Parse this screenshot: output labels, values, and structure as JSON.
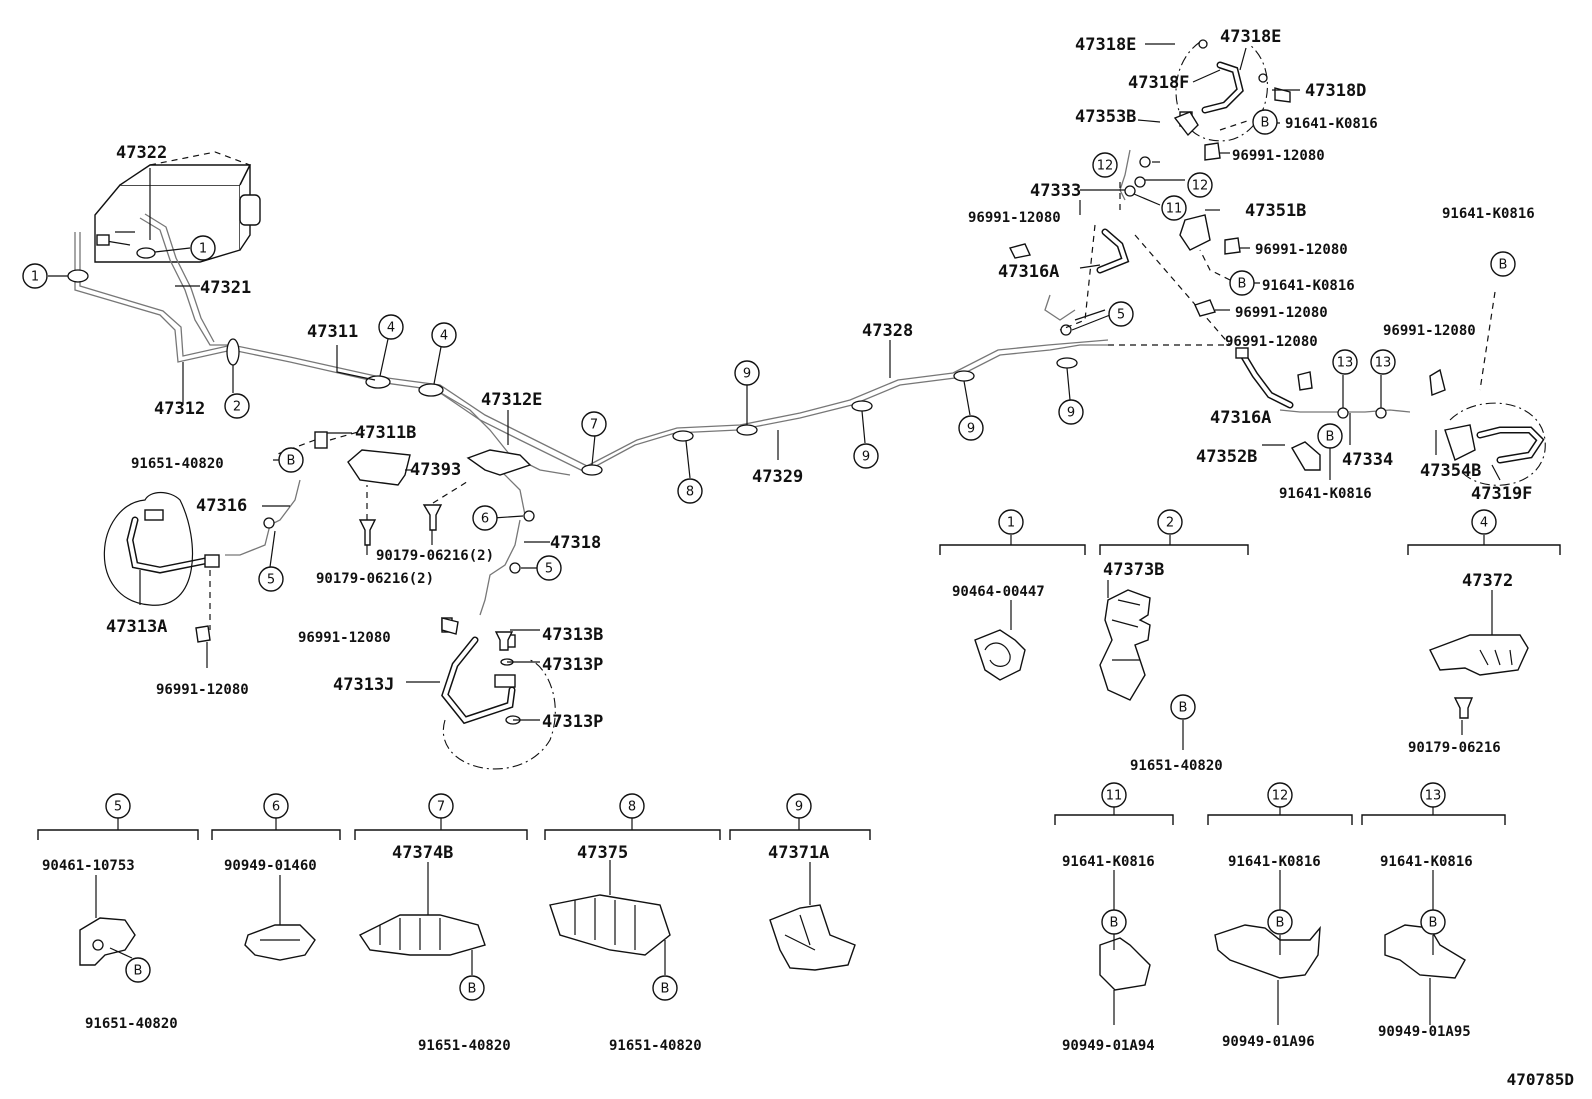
{
  "figure_code": "470785D",
  "labels": [
    {
      "id": "l01",
      "text": "47322"
    },
    {
      "id": "l02",
      "text": "47321"
    },
    {
      "id": "l03",
      "text": "47312"
    },
    {
      "id": "l04",
      "text": "47311"
    },
    {
      "id": "l05",
      "text": "47311B"
    },
    {
      "id": "l06",
      "text": "91651-40820"
    },
    {
      "id": "l07",
      "text": "47393"
    },
    {
      "id": "l08",
      "text": "47312E"
    },
    {
      "id": "l09",
      "text": "47316"
    },
    {
      "id": "l10",
      "text": "90179-06216(2)"
    },
    {
      "id": "l11",
      "text": "90179-06216(2)"
    },
    {
      "id": "l12",
      "text": "47313A"
    },
    {
      "id": "l13",
      "text": "96991-12080"
    },
    {
      "id": "l14",
      "text": "47318"
    },
    {
      "id": "l15",
      "text": "96991-12080"
    },
    {
      "id": "l16",
      "text": "47313B"
    },
    {
      "id": "l17",
      "text": "47313P"
    },
    {
      "id": "l18",
      "text": "47313J"
    },
    {
      "id": "l19",
      "text": "47313P"
    },
    {
      "id": "l20",
      "text": "47328"
    },
    {
      "id": "l21",
      "text": "47329"
    },
    {
      "id": "l22",
      "text": "47318E"
    },
    {
      "id": "l23",
      "text": "47318E"
    },
    {
      "id": "l24",
      "text": "47318F"
    },
    {
      "id": "l25",
      "text": "47318D"
    },
    {
      "id": "l26",
      "text": "47353B"
    },
    {
      "id": "l27",
      "text": "91641-K0816"
    },
    {
      "id": "l28",
      "text": "96991-12080"
    },
    {
      "id": "l29",
      "text": "47333"
    },
    {
      "id": "l30",
      "text": "96991-12080"
    },
    {
      "id": "l31",
      "text": "47351B"
    },
    {
      "id": "l32",
      "text": "96991-12080"
    },
    {
      "id": "l33",
      "text": "47316A"
    },
    {
      "id": "l34",
      "text": "91641-K0816"
    },
    {
      "id": "l35",
      "text": "96991-12080"
    },
    {
      "id": "l36",
      "text": "91641-K0816"
    },
    {
      "id": "l37",
      "text": "96991-12080"
    },
    {
      "id": "l38",
      "text": "96991-12080"
    },
    {
      "id": "l39",
      "text": "47316A"
    },
    {
      "id": "l40",
      "text": "47352B"
    },
    {
      "id": "l41",
      "text": "47334"
    },
    {
      "id": "l42",
      "text": "47354B"
    },
    {
      "id": "l43",
      "text": "47319F"
    },
    {
      "id": "l44",
      "text": "91641-K0816"
    },
    {
      "id": "l45",
      "text": "90464-00447"
    },
    {
      "id": "l46",
      "text": "47373B"
    },
    {
      "id": "l47",
      "text": "91651-40820"
    },
    {
      "id": "l48",
      "text": "47372"
    },
    {
      "id": "l49",
      "text": "90179-06216"
    },
    {
      "id": "l50",
      "text": "90461-10753"
    },
    {
      "id": "l51",
      "text": "91651-40820"
    },
    {
      "id": "l52",
      "text": "90949-01460"
    },
    {
      "id": "l53",
      "text": "47374B"
    },
    {
      "id": "l54",
      "text": "91651-40820"
    },
    {
      "id": "l55",
      "text": "47375"
    },
    {
      "id": "l56",
      "text": "91651-40820"
    },
    {
      "id": "l57",
      "text": "47371A"
    },
    {
      "id": "l58",
      "text": "91641-K0816"
    },
    {
      "id": "l59",
      "text": "90949-01A94"
    },
    {
      "id": "l60",
      "text": "91641-K0816"
    },
    {
      "id": "l61",
      "text": "90949-01A96"
    },
    {
      "id": "l62",
      "text": "91641-K0816"
    },
    {
      "id": "l63",
      "text": "90949-01A95"
    }
  ],
  "callouts": [
    {
      "id": "c01",
      "text": "1"
    },
    {
      "id": "c02",
      "text": "1"
    },
    {
      "id": "c03",
      "text": "2"
    },
    {
      "id": "c04",
      "text": "4"
    },
    {
      "id": "c05",
      "text": "4"
    },
    {
      "id": "c06",
      "text": "B"
    },
    {
      "id": "c07",
      "text": "5"
    },
    {
      "id": "c08",
      "text": "6"
    },
    {
      "id": "c09",
      "text": "5"
    },
    {
      "id": "c10",
      "text": "7"
    },
    {
      "id": "c11",
      "text": "8"
    },
    {
      "id": "c12",
      "text": "9"
    },
    {
      "id": "c13",
      "text": "9"
    },
    {
      "id": "c14",
      "text": "9"
    },
    {
      "id": "c15",
      "text": "9"
    },
    {
      "id": "c16",
      "text": "B"
    },
    {
      "id": "c17",
      "text": "12"
    },
    {
      "id": "c18",
      "text": "12"
    },
    {
      "id": "c19",
      "text": "11"
    },
    {
      "id": "c20",
      "text": "B"
    },
    {
      "id": "c21",
      "text": "5"
    },
    {
      "id": "c22",
      "text": "B"
    },
    {
      "id": "c23",
      "text": "13"
    },
    {
      "id": "c24",
      "text": "13"
    },
    {
      "id": "c25",
      "text": "B"
    },
    {
      "id": "c26",
      "text": "1"
    },
    {
      "id": "c27",
      "text": "2"
    },
    {
      "id": "c28",
      "text": "4"
    },
    {
      "id": "c29",
      "text": "B"
    },
    {
      "id": "c30",
      "text": "5"
    },
    {
      "id": "c31",
      "text": "6"
    },
    {
      "id": "c32",
      "text": "7"
    },
    {
      "id": "c33",
      "text": "8"
    },
    {
      "id": "c34",
      "text": "9"
    },
    {
      "id": "c35",
      "text": "B"
    },
    {
      "id": "c36",
      "text": "B"
    },
    {
      "id": "c37",
      "text": "B"
    },
    {
      "id": "c38",
      "text": "11"
    },
    {
      "id": "c39",
      "text": "12"
    },
    {
      "id": "c40",
      "text": "13"
    },
    {
      "id": "c41",
      "text": "B"
    },
    {
      "id": "c42",
      "text": "B"
    },
    {
      "id": "c43",
      "text": "B"
    }
  ]
}
